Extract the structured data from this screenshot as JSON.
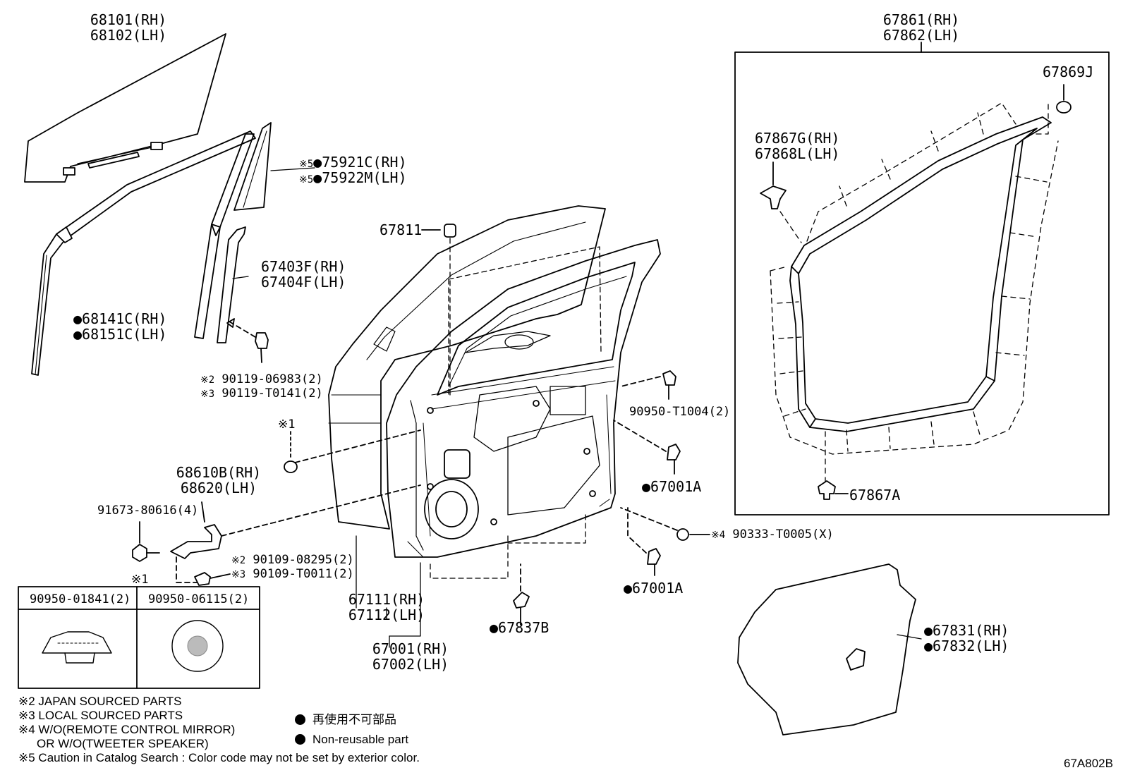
{
  "diagram_id": "67A802B",
  "labels": {
    "glass": [
      "68101(RH)",
      "68102(LH)"
    ],
    "weatherstrip": [
      "67861(RH)",
      "67862(LH)"
    ],
    "clip_67869j": "67869J",
    "clip_67867g": [
      "67867G(RH)",
      "67868L(LH)"
    ],
    "moulding_75921": [
      "●75921C(RH)",
      "●75922M(LH)"
    ],
    "moulding_75921_refs": [
      "※5",
      "※5"
    ],
    "cushion_67811": "67811",
    "channel_67403": [
      "67403F(RH)",
      "67404F(LH)"
    ],
    "run_68141": [
      "●68141C(RH)",
      "●68151C(LH)"
    ],
    "bolt_90119": [
      "90119-06983(2)",
      "90119-T0141(2)"
    ],
    "bolt_90119_refs": [
      "※2",
      "※3"
    ],
    "clip_90950_t1004": "90950-T1004(2)",
    "ref_1": "※1",
    "plug_67001a_1": "●67001A",
    "plug_67001a_2": "●67001A",
    "hinge_68610b": [
      "68610B(RH)",
      "68620(LH)"
    ],
    "bolt_91673": "91673-80616(4)",
    "plug_90333": "90333-T0005(X)",
    "plug_90333_ref": "※4",
    "bolt_90109": [
      "90109-08295(2)",
      "90109-T0011(2)"
    ],
    "bolt_90109_refs": [
      "※2",
      "※3"
    ],
    "panel_67111": [
      "67111(RH)",
      "67112(LH)"
    ],
    "door_67001": [
      "67001(RH)",
      "67002(LH)"
    ],
    "clip_67837b": "●67837B",
    "clip_67867a": "67867A",
    "sheet_67831": [
      "●67831(RH)",
      "●67832(LH)"
    ]
  },
  "inset": {
    "ref": "※1",
    "columns": [
      "90950-01841(2)",
      "90950-06115(2)"
    ]
  },
  "notes": [
    "※2 JAPAN SOURCED PARTS",
    "※3 LOCAL SOURCED PARTS",
    "※4 W/O(REMOTE CONTROL MIRROR)",
    "OR W/O(TWEETER SPEAKER)",
    "※5 Caution in Catalog Search : Color code may not be set by exterior color."
  ],
  "legend": {
    "line1": "再使用不可部品",
    "line2": "Non-reusable part"
  }
}
